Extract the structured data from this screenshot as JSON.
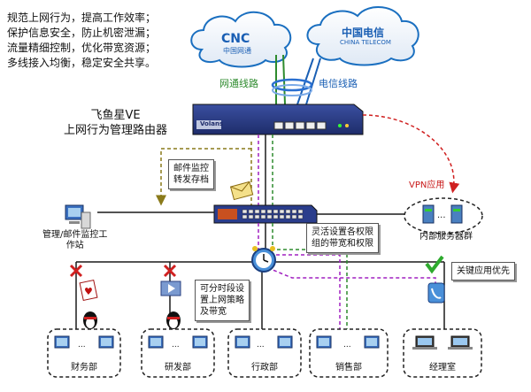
{
  "tagline": "规范上网行为，提高工作效率；\n保护信息安全，防止机密泄漏；\n流量精细控制，优化带宽资源；\n多线接入均衡，稳定安全共享。",
  "isp": {
    "cnc_logo": "CNC",
    "cnc_sub": "中国网通",
    "ct_logo": "中国电信",
    "ct_sub": "CHINA TELECOM",
    "cnc_line": "网通线路",
    "ct_line": "电信线路"
  },
  "router": {
    "title": "飞鱼星VE\n上网行为管理路由器",
    "brand": "Volans"
  },
  "labels": {
    "vpn": "VPN应用",
    "monitor_station": "管理/邮件监控工\n作站",
    "internal_servers": "内部服务器群"
  },
  "callouts": {
    "mail": "邮件监控\n转发存档",
    "bandwidth": "灵活设置各权限\n组的带宽和权限",
    "schedule": "可分时段设\n置上网策略\n及带宽",
    "priority": "关键应用优先"
  },
  "departments": [
    "财务部",
    "研发部",
    "行政部",
    "销售部",
    "经理室"
  ],
  "colors": {
    "green_line": "#2e8b2e",
    "blue_line": "#1a5fb4",
    "red_dashed": "#d02020",
    "purple_dashed": "#a020c0",
    "olive_dashed": "#8a7a1a"
  },
  "icons": [
    "cloud-icon",
    "router-icon",
    "switch-icon",
    "clock-icon",
    "email-icon",
    "computer-icon",
    "server-icon",
    "laptop-icon",
    "phone-icon",
    "qq-penguin-icon",
    "game-cards-icon",
    "video-icon",
    "check-icon",
    "cross-icon"
  ]
}
